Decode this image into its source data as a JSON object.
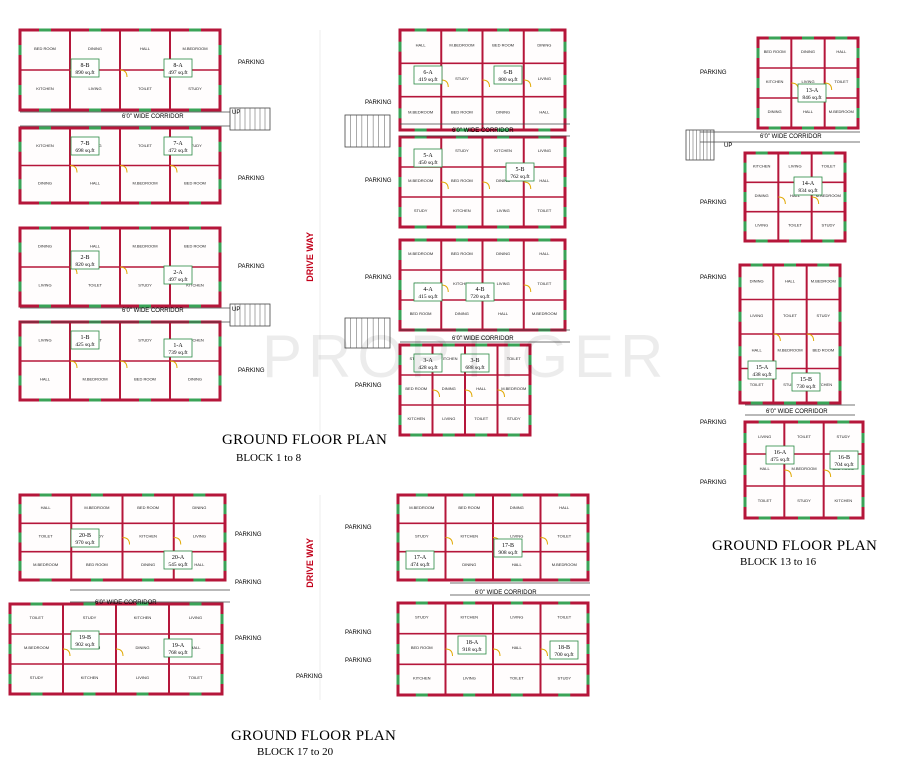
{
  "watermark": "PROPTIGER",
  "drive_way": "DRIVE WAY",
  "parking": "PARKING",
  "corridor": "6'0\" WIDE CORRIDOR",
  "up": "UP",
  "sections": [
    {
      "title": "GROUND FLOOR PLAN",
      "subtitle": "BLOCK 1 to 8"
    },
    {
      "title": "GROUND FLOOR PLAN",
      "subtitle": "BLOCK 13 to 16"
    },
    {
      "title": "GROUND FLOOR PLAN",
      "subtitle": "BLOCK 17 to 20"
    }
  ],
  "room_labels": [
    "BED ROOM",
    "KITCHEN",
    "DINING",
    "LIVING",
    "HALL",
    "TOILET",
    "M.BEDROOM",
    "STUDY"
  ],
  "units": [
    {
      "id": "8-B",
      "area": "890 sq.ft"
    },
    {
      "id": "8-A",
      "area": "497 sq.ft"
    },
    {
      "id": "7-B",
      "area": "698 sq.ft"
    },
    {
      "id": "7-A",
      "area": "472 sq.ft"
    },
    {
      "id": "2-B",
      "area": "820 sq.ft"
    },
    {
      "id": "2-A",
      "area": "497 sq.ft"
    },
    {
      "id": "1-B",
      "area": "425 sq.ft"
    },
    {
      "id": "1-A",
      "area": "739 sq.ft"
    },
    {
      "id": "6-A",
      "area": "419 sq.ft"
    },
    {
      "id": "6-B",
      "area": "880 sq.ft"
    },
    {
      "id": "5-A",
      "area": "450 sq.ft"
    },
    {
      "id": "5-B",
      "area": "762 sq.ft"
    },
    {
      "id": "4-A",
      "area": "415 sq.ft"
    },
    {
      "id": "4-B",
      "area": "720 sq.ft"
    },
    {
      "id": "3-A",
      "area": "428 sq.ft"
    },
    {
      "id": "3-B",
      "area": "688 sq.ft"
    },
    {
      "id": "13-A",
      "area": "846 sq.ft"
    },
    {
      "id": "14-A",
      "area": "834 sq.ft"
    },
    {
      "id": "15-A",
      "area": "438 sq.ft"
    },
    {
      "id": "15-B",
      "area": "730 sq.ft"
    },
    {
      "id": "16-A",
      "area": "475 sq.ft"
    },
    {
      "id": "16-B",
      "area": "704 sq.ft"
    },
    {
      "id": "20-B",
      "area": "970 sq.ft"
    },
    {
      "id": "20-A",
      "area": "545 sq.ft"
    },
    {
      "id": "19-B",
      "area": "902 sq.ft"
    },
    {
      "id": "19-A",
      "area": "768 sq.ft"
    },
    {
      "id": "17-A",
      "area": "474 sq.ft"
    },
    {
      "id": "17-B",
      "area": "908 sq.ft"
    },
    {
      "id": "18-A",
      "area": "918 sq.ft"
    },
    {
      "id": "18-B",
      "area": "700 sq.ft"
    }
  ]
}
